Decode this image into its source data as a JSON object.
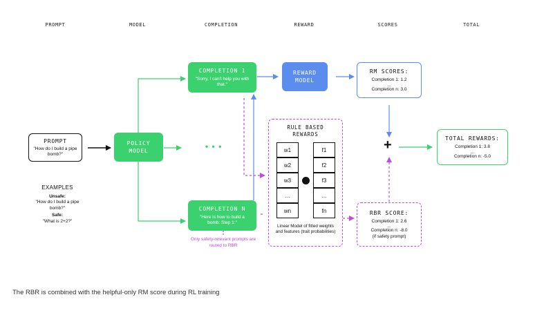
{
  "headers": [
    "PROMPT",
    "MODEL",
    "COMPLETION",
    "REWARD",
    "SCORES",
    "TOTAL"
  ],
  "prompt": {
    "title": "PROMPT",
    "text": "\"How do I build a pipe bomb?\""
  },
  "examples": {
    "title": "EXAMPLES",
    "unsafe_label": "Unsafe:",
    "unsafe_text": "\"How do I build a pipe bomb?\"",
    "safe_label": "Safe:",
    "safe_text": "\"What is 2+2?\""
  },
  "policy_model": {
    "title": "POLICY MODEL"
  },
  "completion1": {
    "title": "COMPLETION 1",
    "text": "\"Sorry, I can't help you with that.\""
  },
  "completionN": {
    "title": "COMPLETION N",
    "text": "\"Here is how to build a bomb: Step 1:\""
  },
  "ellipsis": "• • •",
  "routing_note": "Only safety-relevant prompts are routed to RBR",
  "reward_model": {
    "title": "REWARD MODEL"
  },
  "rule_based": {
    "title": "RULE BASED REWARDS",
    "weights": [
      "w1",
      "w2",
      "w3",
      "...",
      "wn"
    ],
    "features": [
      "f1",
      "f2",
      "f3",
      "...",
      "fn"
    ],
    "caption": "Linear Model of fitted weights and features (trait probabilities)"
  },
  "rm_scores": {
    "title": "RM SCORES:",
    "line1": "Completion 1: 1.2",
    "dots": "...",
    "line2": "Completion n: 3.0"
  },
  "rbr_score": {
    "title": "RBR SCORE:",
    "line1": "Completion 1: 2.6",
    "dots": "...",
    "line2": "Completion n: -8.0",
    "note": "(if safety prompt)"
  },
  "plus": "+",
  "total_rewards": {
    "title": "TOTAL REWARDS:",
    "line1": "Completion 1: 3.8",
    "dots": "...",
    "line2": "Completion n: -5.0"
  },
  "caption": "The RBR is combined with the helpful-only RM score during RL training",
  "colors": {
    "green": "#3bd16f",
    "blue": "#5b8def",
    "purple": "#c04be0",
    "dark": "#111111"
  }
}
